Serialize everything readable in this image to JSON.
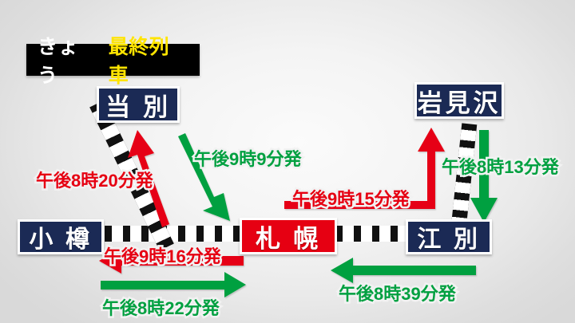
{
  "headline": {
    "prefix": "きょう",
    "highlight": "最終列車",
    "prefix_color": "#ffffff",
    "highlight_color": "#ffe400",
    "background": "#000000"
  },
  "colors": {
    "station_navy": "#1b2a55",
    "station_red": "#e60012",
    "arrow_red": "#e60012",
    "arrow_green": "#00a040",
    "track_black": "#111111",
    "background": "#eeeeee"
  },
  "stations": [
    {
      "id": "tobetsu",
      "name": "当 別",
      "color": "#1b2a55"
    },
    {
      "id": "iwamizawa",
      "name": "岩見沢",
      "color": "#1b2a55"
    },
    {
      "id": "otaru",
      "name": "小 樽",
      "color": "#1b2a55"
    },
    {
      "id": "sapporo",
      "name": "札 幌",
      "color": "#e60012"
    },
    {
      "id": "ebetsu",
      "name": "江 別",
      "color": "#1b2a55"
    }
  ],
  "departures": [
    {
      "id": "tobetsu-bound-out",
      "text": "午後8時20分発",
      "color": "#e60012",
      "direction": "札幌→当別"
    },
    {
      "id": "tobetsu-inbound",
      "text": "午後9時9分発",
      "color": "#00a040",
      "direction": "当別→札幌"
    },
    {
      "id": "iwamizawa-out",
      "text": "午後9時15分発",
      "color": "#e60012",
      "direction": "札幌→岩見沢"
    },
    {
      "id": "iwamizawa-in",
      "text": "午後8時13分発",
      "color": "#00a040",
      "direction": "岩見沢→札幌"
    },
    {
      "id": "otaru-out",
      "text": "午後9時16分発",
      "color": "#e60012",
      "direction": "札幌→小樽"
    },
    {
      "id": "otaru-in",
      "text": "午後8時22分発",
      "color": "#00a040",
      "direction": "小樽→札幌"
    },
    {
      "id": "ebetsu-in",
      "text": "午後8時39分発",
      "color": "#00a040",
      "direction": "江別→札幌"
    }
  ]
}
